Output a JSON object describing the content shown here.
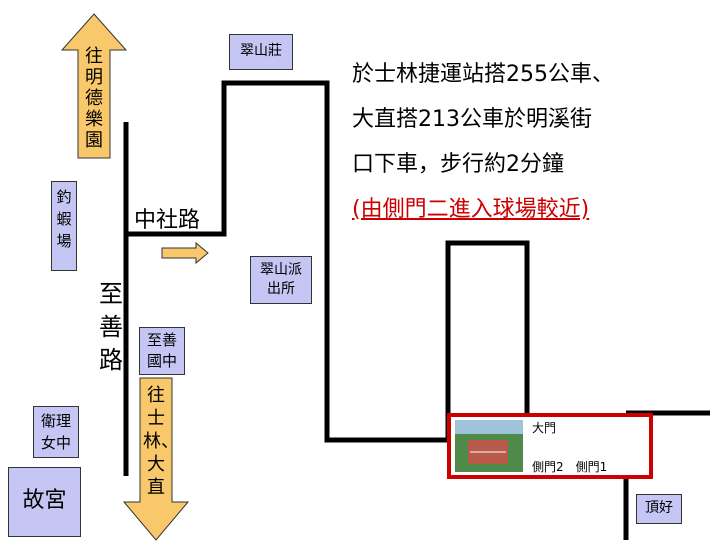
{
  "places": {
    "cuishan_villa": "翠山莊",
    "fishing_shrimp": "釣蝦場",
    "cuishan_police": "翠山派出所",
    "zhishan_junior_high": "至善國中",
    "weili_girls_high": "衛理女中",
    "palace_museum": "故宮",
    "dinghao": "頂好"
  },
  "roads": {
    "zhongshe_road": "中社路",
    "zhishan_road": "至善路"
  },
  "arrows": {
    "to_mingde": "往明德樂園",
    "to_shilin": "往士林、大直"
  },
  "venue": {
    "main_gate": "大門",
    "side_gates": "側門2　側門1"
  },
  "directions": {
    "line1": "於士林捷運站搭255公車、",
    "line2": "大直搭213公車於明溪街",
    "line3": "口下車，步行約2分鐘",
    "line4": "(由側門二進入球場較近)"
  },
  "colors": {
    "road": "#000000",
    "label_box": "#c6c6f4",
    "arrow_fill": "#f9c86b",
    "highlight": "#cc0000",
    "note_red": "#cc0000"
  }
}
